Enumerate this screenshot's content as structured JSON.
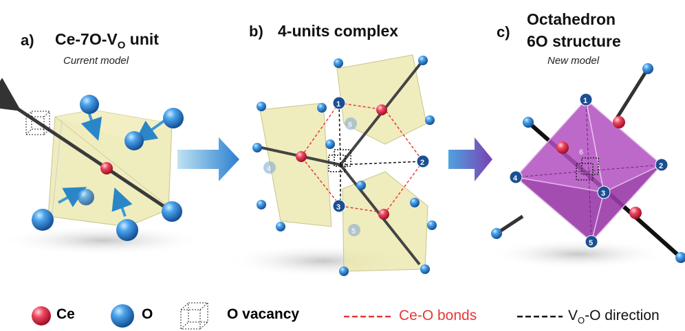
{
  "panels": {
    "a": {
      "letter": "a)",
      "title_main": "Ce-7O-V",
      "title_sub": "O",
      "title_tail": " unit",
      "subtitle": "Current model"
    },
    "b": {
      "letter": "b)",
      "title": "4-units complex"
    },
    "c": {
      "letter": "c)",
      "title_line1": "Octahedron",
      "title_line2": "6O structure",
      "subtitle": "New model"
    }
  },
  "site_labels": {
    "b": [
      "1",
      "2",
      "3",
      "4",
      "5",
      "6"
    ],
    "c": [
      "1",
      "2",
      "3",
      "4",
      "5",
      "6"
    ]
  },
  "legend": {
    "ce": "Ce",
    "o": "O",
    "vacancy": "O vacancy",
    "bonds": "Ce-O bonds",
    "direction_main": "V",
    "direction_sub": "O",
    "direction_tail": "-O direction"
  },
  "colors": {
    "ce": "#e0304a",
    "o": "#2a78c8",
    "polyhedron": "#e9e6a8",
    "octahedron": "#b24fc0",
    "bond_dash": "#e53935",
    "direction_dash": "#111111",
    "arrow_blue": "#2b7fd0",
    "arrow_purple": "#7b3fb0"
  }
}
